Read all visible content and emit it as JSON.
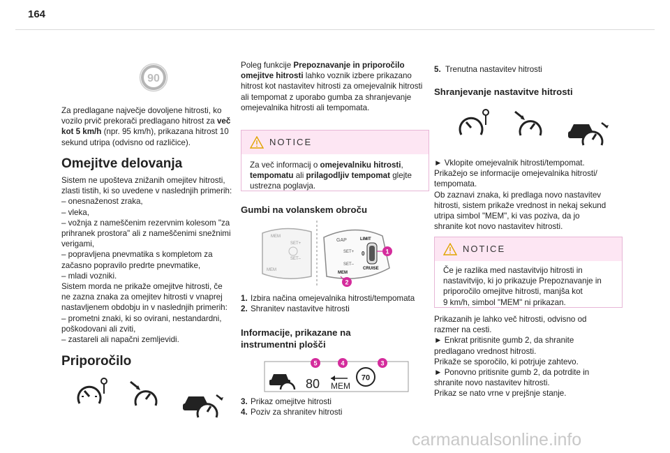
{
  "page_number": "164",
  "col1": {
    "speed_sign": "90",
    "intro": [
      "Za predlagane največje dovoljene hitrosti, ko vozilo prvič prekorači predlagano hitrost za ",
      "več kot 5 km/h",
      " (npr. 95 km/h), prikazana hitrost 10 sekund utripa (odvisno od različice)."
    ],
    "heading_operation": "Omejitve delovanja",
    "operation_lines": [
      "Sistem ne upošteva znižanih omejitev hitrosti,",
      "zlasti tistih, ki so uvedene v naslednjih primerih:",
      "– onesnaženost zraka,",
      "– vleka,",
      "– vožnja z nameščenim rezervnim kolesom \"za",
      "prihranek prostora\" ali z nameščenimi snežnimi",
      "verigami,",
      "– popravljena pnevmatika s kompletom za",
      "začasno popravilo predrte pnevmatike,",
      "– mladi vozniki.",
      "Sistem morda ne prikaže omejitve hitrosti, če",
      "ne zazna znaka za omejitev hitrosti v vnaprej",
      "nastavljenem obdobju in v naslednjih primerih:",
      "– prometni znaki, ki so ovirani, nestandardni,",
      "poškodovani ali zviti,",
      "– zastareli ali napačni zemljevidi."
    ],
    "heading_recommendation": "Priporočilo"
  },
  "col2": {
    "intro": [
      "Poleg funkcije ",
      "Prepoznavanje in priporočilo omejitve hitrosti",
      " lahko voznik izbere prikazano hitrost kot nastavitev hitrosti za omejevalnik hitrosti ali tempomat z uporabo gumba za shranjevanje omejevalnika hitrosti ali tempomata."
    ],
    "notice_title": "NOTICE",
    "notice_body": [
      "Za več informacij o ",
      "omejevalniku hitrosti",
      ", ",
      "tempomatu",
      " ali ",
      "prilagodljiv tempomat",
      " glejte ustrezna poglavja."
    ],
    "heading_buttons": "Gumbi na volanskem obroču",
    "wheel": {
      "limit": "LIMIT",
      "cruise": "CRUISE",
      "mem": "MEM",
      "set_plus": "SET+",
      "set_minus": "SET–",
      "gap": "GAP",
      "zero": "0"
    },
    "button_list": [
      {
        "n": "1.",
        "text": "Izbira načina omejevalnika hitrosti/tempomata"
      },
      {
        "n": "2.",
        "text": "Shranitev nastavitve hitrosti"
      }
    ],
    "heading_cluster": [
      "Informacije, prikazane na",
      "instrumentni plošči"
    ],
    "cluster": {
      "speed": "80",
      "mem": "MEM",
      "sign": "70"
    },
    "cluster_list": [
      {
        "n": "3.",
        "text": "Prikaz omejitve hitrosti"
      },
      {
        "n": "4.",
        "text": "Poziv za shranitev hitrosti"
      }
    ],
    "callouts": [
      "1",
      "2",
      "3",
      "4",
      "5"
    ]
  },
  "col3": {
    "item5": {
      "n": "5.",
      "text": "Trenutna nastavitev hitrosti"
    },
    "heading_saving": "Shranjevanje nastavitve hitrosti",
    "saving_lines": [
      "► Vklopite omejevalnik hitrosti/tempomat.",
      "Prikažejo se informacije omejevalnika hitrosti/",
      "tempomata.",
      "Ob zaznavi znaka, ki predlaga novo nastavitev",
      "hitrosti, sistem prikaže vrednost in nekaj sekund",
      "utripa simbol \"MEM\", ki vas poziva, da jo",
      "shranite kot novo nastavitev hitrosti."
    ],
    "notice_title": "NOTICE",
    "notice2_lines": [
      "Če je razlika med nastavitvijo hitrosti in",
      "nastavitvijo, ki jo prikazuje Prepoznavanje in",
      "priporočilo omejitve hitrosti, manjša kot",
      "9 km/h, simbol \"MEM\" ni prikazan."
    ],
    "final_lines": [
      "Prikazanih je lahko več hitrosti, odvisno od",
      "razmer na cesti.",
      "► Enkrat pritisnite gumb 2, da shranite",
      "predlagano vrednost hitrosti.",
      "Prikaže se sporočilo, ki potrjuje zahtevo.",
      "► Ponovno pritisnite gumb 2, da potrdite in",
      "shranite novo nastavitev hitrosti.",
      "Prikaz se nato vrne v prejšnje stanje."
    ]
  },
  "footer": "carmanualsonline.info",
  "colors": {
    "callout": "#d42c9c",
    "notice_bg": "#fde6f3",
    "notice_border": "#e7b6d6",
    "warning": "#e0a400"
  }
}
